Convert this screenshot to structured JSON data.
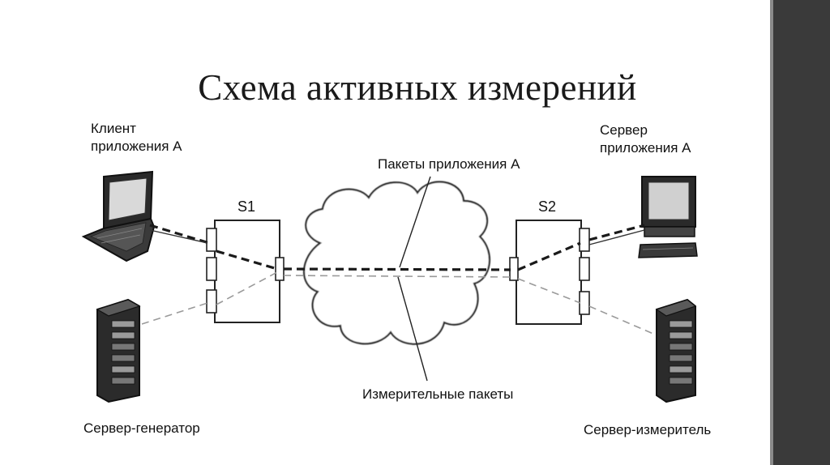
{
  "title": "Схема активных измерений",
  "labels": {
    "client": [
      "Клиент",
      "приложения А"
    ],
    "server_app": [
      "Сервер",
      "приложения А"
    ],
    "app_packets": "Пакеты приложения А",
    "measure_packets": "Измерительные пакеты",
    "s1": "S1",
    "s2": "S2",
    "generator": "Сервер-генератор",
    "meter": "Сервер-измеритель"
  },
  "colors": {
    "sidebar": "#3a3a3a",
    "ink": "#1a1a1a"
  }
}
